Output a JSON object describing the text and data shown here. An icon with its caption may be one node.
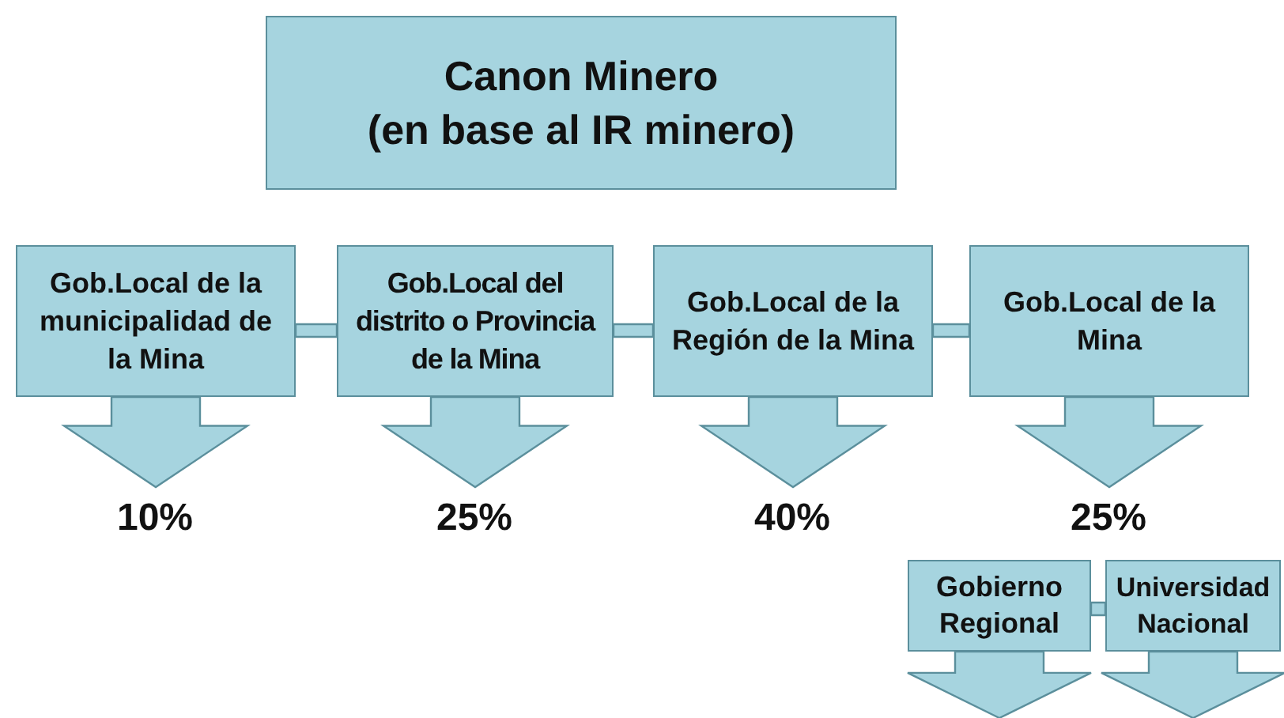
{
  "diagram": {
    "nodes": [
      {
        "text": [
          "Canon Minero",
          "(en base al IR minero)"
        ]
      },
      {
        "text": [
          "Gob.Local de la municipalidad de la Mina"
        ]
      },
      {
        "text": [
          "Gob.Local del distrito o Provincia de la Mina"
        ]
      },
      {
        "text": [
          "Gob.Local de la Región de la Mina"
        ]
      },
      {
        "text": [
          "Gob.Local de la Mina"
        ]
      },
      {
        "text": [
          "10%"
        ]
      },
      {
        "text": [
          "25%"
        ]
      },
      {
        "text": [
          "40%"
        ]
      },
      {
        "text": [
          "25%"
        ]
      },
      {
        "text": [
          "Gobierno Regional"
        ]
      },
      {
        "text": [
          "Universidad Nacional"
        ]
      }
    ],
    "edges": [
      {
        "from": 1,
        "to": 2,
        "arrow": "none"
      },
      {
        "from": 2,
        "to": 3,
        "arrow": "none"
      },
      {
        "from": 3,
        "to": 4,
        "arrow": "none"
      },
      {
        "from": 1,
        "to": 5,
        "arrow": "to",
        "style": "thick"
      },
      {
        "from": 2,
        "to": 6,
        "arrow": "to",
        "style": "thick"
      },
      {
        "from": 3,
        "to": 7,
        "arrow": "to",
        "style": "thick"
      },
      {
        "from": 4,
        "to": 8,
        "arrow": "to",
        "style": "thick"
      },
      {
        "from": 9,
        "to": 10,
        "arrow": "none"
      },
      {
        "from": 9,
        "to": null,
        "arrow": "to",
        "style": "thick"
      },
      {
        "from": 10,
        "to": null,
        "arrow": "to",
        "style": "thick"
      }
    ]
  }
}
